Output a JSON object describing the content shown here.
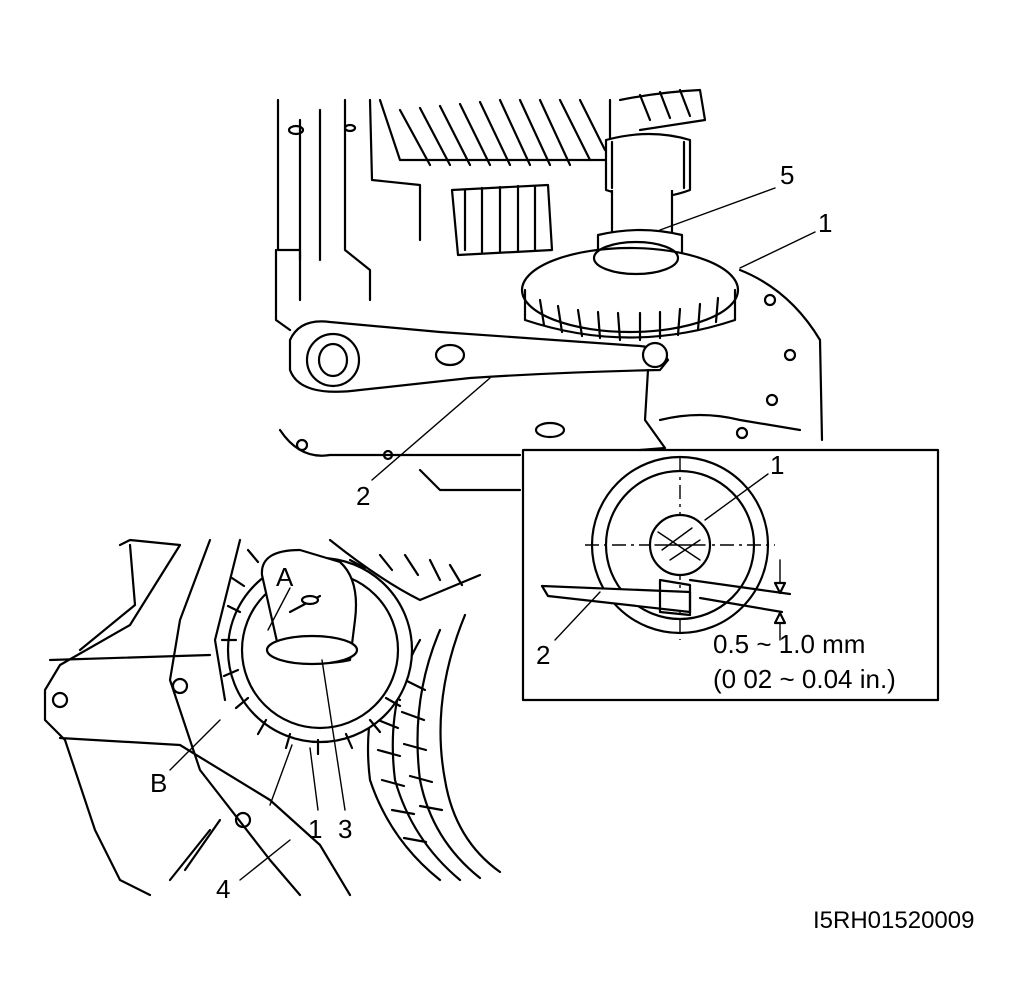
{
  "colors": {
    "ink": "#000000",
    "paper": "#ffffff"
  },
  "upper_view": {
    "callouts": {
      "c5": "5",
      "c1": "1",
      "c2": "2"
    }
  },
  "detail_inset": {
    "callouts": {
      "c1": "1",
      "c2": "2"
    },
    "clearance_mm": "0.5 ~ 1.0 mm",
    "clearance_in": "(0 02 ~ 0.04 in.)"
  },
  "lower_view": {
    "callouts": {
      "cA": "A",
      "cB": "B",
      "c1": "1",
      "c3": "3",
      "c4": "4"
    }
  },
  "figure_code": "I5RH01520009"
}
